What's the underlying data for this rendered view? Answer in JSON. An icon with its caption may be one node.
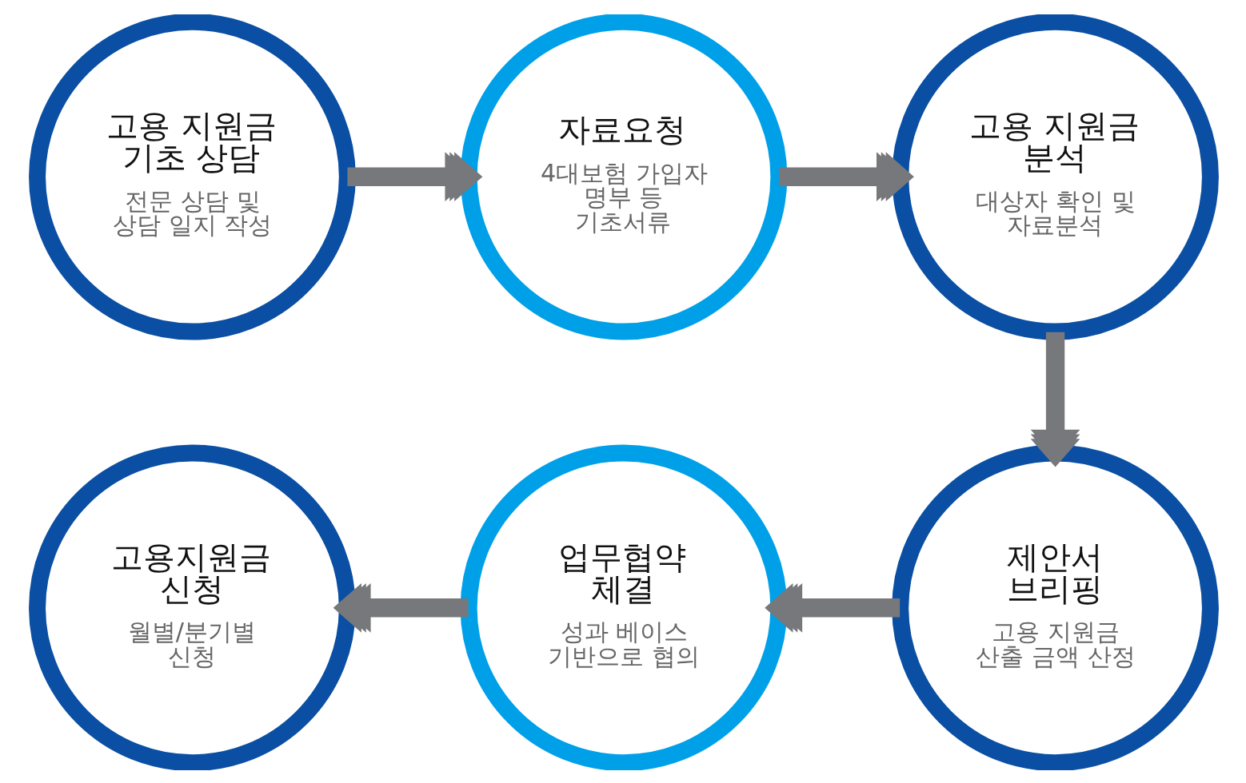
{
  "diagram": {
    "nodes": [
      {
        "text": [
          "고용 지원금 기초 상담",
          "전문 상담 및 상담 일지 작성"
        ]
      },
      {
        "text": [
          "자료요청",
          "4대보험 가입자 명부 등 기초서류"
        ]
      },
      {
        "text": [
          "고용 지원금 분석",
          "대상자 확인 및 자료분석"
        ]
      },
      {
        "text": [
          "제안서 브리핑",
          "고용 지원금 산출 금액 산정"
        ]
      },
      {
        "text": [
          "업무협약 체결",
          "성과 베이스 기반으로 협의"
        ]
      },
      {
        "text": [
          "고용지원금 신청",
          "월별/분기별 신청"
        ]
      }
    ],
    "edges": [
      {
        "from": 0,
        "to": 1,
        "arrow": "to"
      },
      {
        "from": 1,
        "to": 2,
        "arrow": "to"
      },
      {
        "from": 2,
        "to": 3,
        "arrow": "to"
      },
      {
        "from": 3,
        "to": 4,
        "arrow": "to"
      },
      {
        "from": 4,
        "to": 5,
        "arrow": "to"
      }
    ]
  }
}
